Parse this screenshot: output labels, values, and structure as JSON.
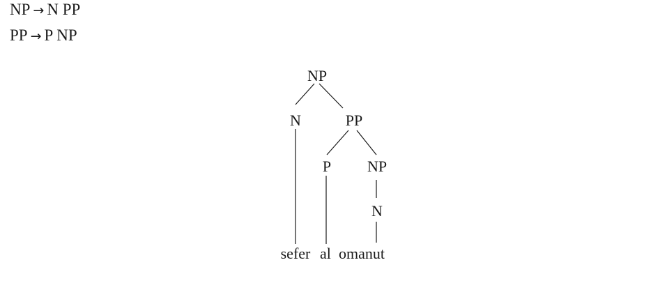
{
  "rules": [
    {
      "lhs": "NP",
      "arrow": "→",
      "rhs": "N PP"
    },
    {
      "lhs": "PP",
      "arrow": "→",
      "rhs": "P NP"
    }
  ],
  "tree": {
    "root": "NP",
    "left_n": "N",
    "pp": "PP",
    "p": "P",
    "inner_np": "NP",
    "inner_n": "N",
    "words": [
      "sefer",
      "al",
      "omanut"
    ]
  }
}
